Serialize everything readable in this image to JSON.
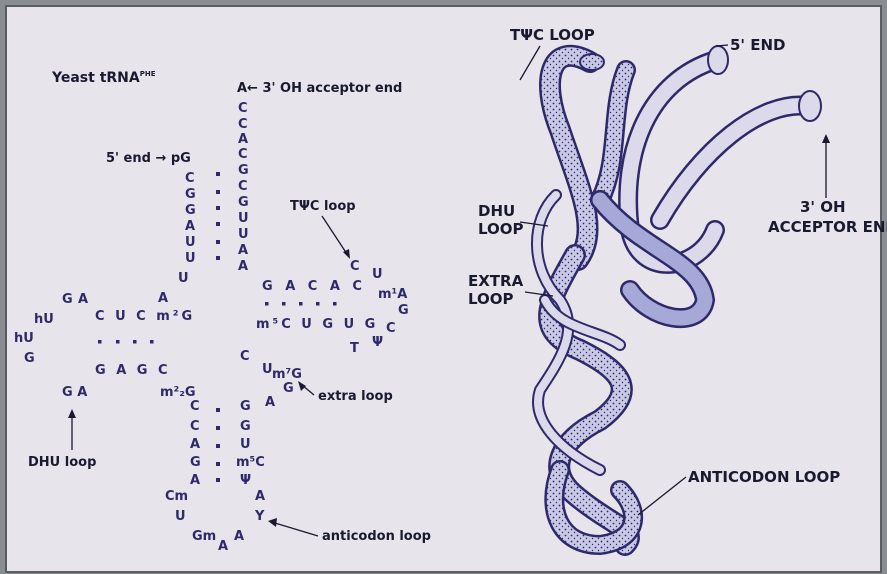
{
  "colors": {
    "ink": "#2e2a6a",
    "paper": "#eae7ee",
    "tube": "#c9c9e6",
    "frame": "#5a5d62"
  },
  "left_panel": {
    "title": "Yeast tRNA",
    "title_superscript": "PHE",
    "labels": {
      "acceptor": "A← 3' OH acceptor end",
      "five_end": "5' end → pG",
      "tpsic_loop": "TΨC loop",
      "extra_loop": "extra loop",
      "dhu_loop": "DHU loop",
      "anticodon_loop": "anticodon loop"
    },
    "stem_top": {
      "acceptor_tail": [
        "C",
        "C",
        "A",
        "C"
      ],
      "left": [
        "C",
        "G",
        "G",
        "A",
        "U",
        "U"
      ],
      "right": [
        "G",
        "C",
        "G",
        "U",
        "U",
        "A",
        "A"
      ]
    },
    "t_arm": {
      "top": "G A C A C",
      "bottom": "m⁵C U G U G",
      "loop_chars": [
        "C",
        "U",
        "m¹A",
        "G",
        "C",
        "T",
        "Ψ"
      ]
    },
    "d_arm": {
      "top_chars": [
        "G",
        "A",
        "A"
      ],
      "stem_top": "C U C m²G",
      "stem_bottom": "G A G C",
      "loop_chars": [
        "hU",
        "hU",
        "G",
        "G A"
      ],
      "m22g": "m²₂G"
    },
    "extra": {
      "c": "C",
      "u": "U",
      "m7g": "m⁷G",
      "g": "G",
      "a": "A"
    },
    "anticodon_stem": {
      "left": [
        "C",
        "C",
        "A",
        "G",
        "A"
      ],
      "right": [
        "G",
        "G",
        "U",
        "m⁵C",
        "Ψ"
      ]
    },
    "anticodon_loop": {
      "cm": "Cm",
      "u": "U",
      "gm": "Gm",
      "a1": "A",
      "a2": "A",
      "y": "Y",
      "a3": "A"
    },
    "misc": {
      "u_left": "U",
      "a_left": "A"
    }
  },
  "right_panel": {
    "labels": {
      "tpsic_loop": "TΨC LOOP",
      "five_end": "5' END",
      "three_oh": "3' OH",
      "acceptor_end": "ACCEPTOR END",
      "dhu_loop": [
        "DHU",
        "LOOP"
      ],
      "extra_loop": [
        "EXTRA",
        "LOOP"
      ],
      "anticodon_loop": "ANTICODON LOOP"
    }
  }
}
